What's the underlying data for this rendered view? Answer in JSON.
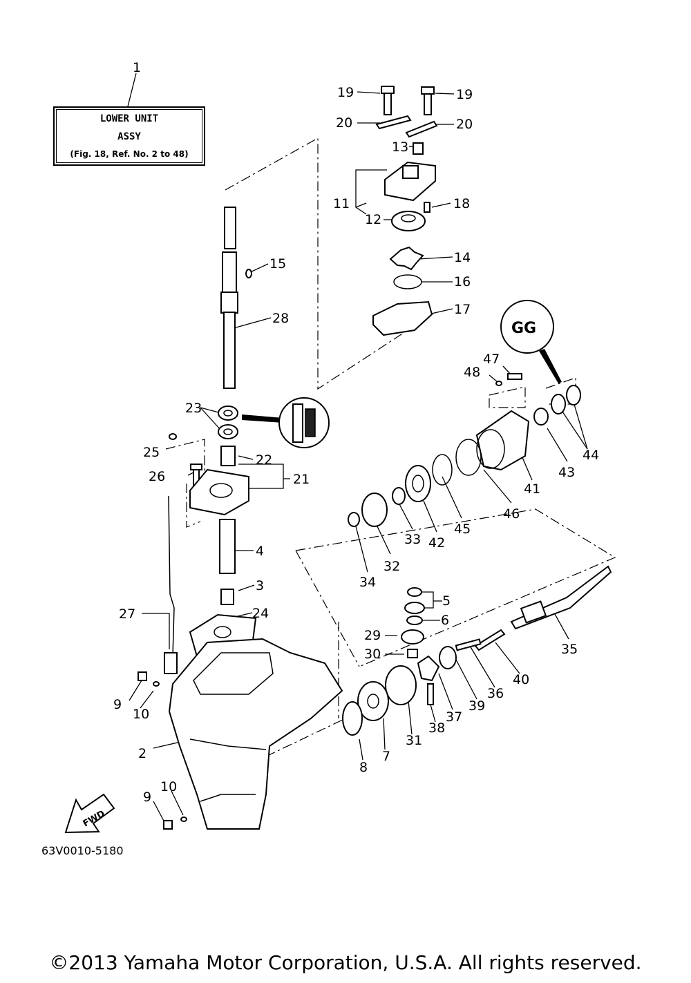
{
  "assembly_box": {
    "callout": "1",
    "line1": "LOWER UNIT",
    "line2": "ASSY",
    "line3": "(Fig. 18, Ref. No. 2 to 48)"
  },
  "figure_code": "63V0010-5180",
  "fwd_label": "FWD",
  "grease_label": "GG",
  "callouts": [
    "19",
    "19",
    "20",
    "20",
    "13",
    "11",
    "12",
    "18",
    "14",
    "16",
    "17",
    "15",
    "28",
    "47",
    "48",
    "23",
    "25",
    "22",
    "26",
    "21",
    "44",
    "43",
    "41",
    "46",
    "45",
    "42",
    "33",
    "32",
    "34",
    "4",
    "3",
    "5",
    "6",
    "29",
    "30",
    "27",
    "24",
    "35",
    "40",
    "36",
    "39",
    "37",
    "38",
    "31",
    "7",
    "8",
    "9",
    "10",
    "2",
    "10",
    "9"
  ],
  "copyright": "©2013 Yamaha Motor Corporation, U.S.A. All rights reserved."
}
